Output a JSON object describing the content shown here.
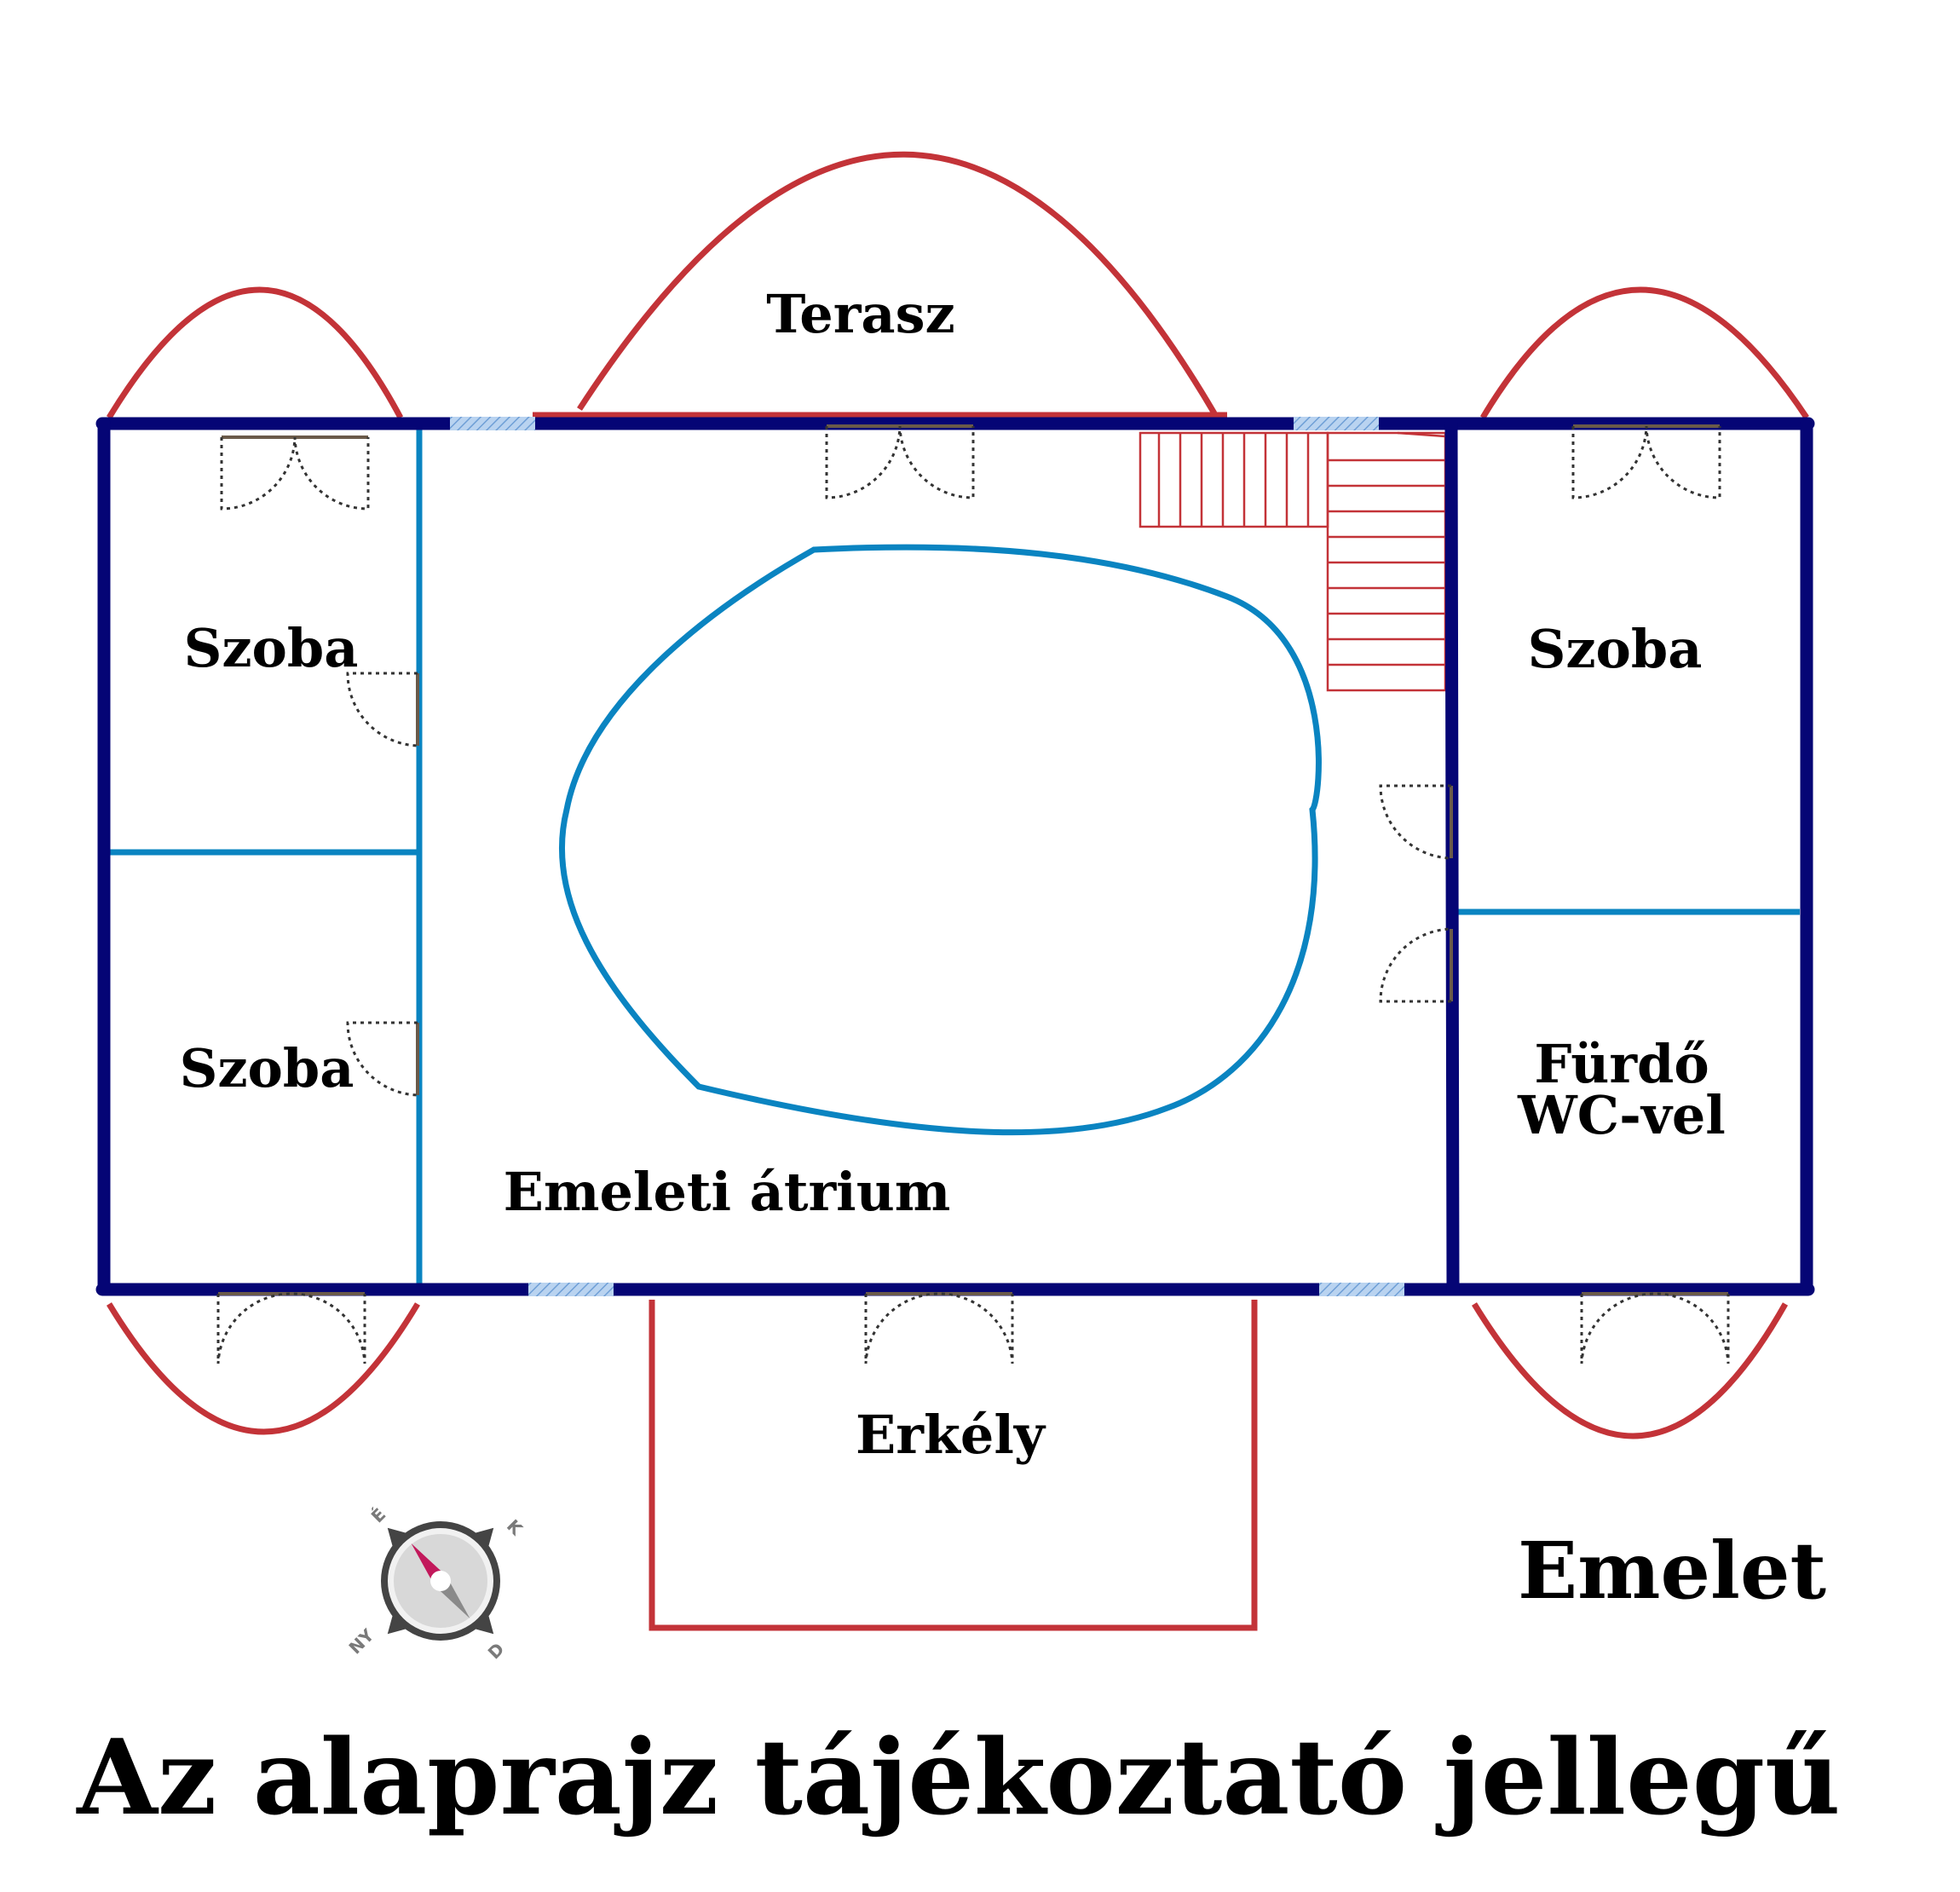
{
  "colors": {
    "outer_wall": "#050575",
    "inner_wall": "#0a84c1",
    "terrace_outline": "#c33338",
    "window": "#8fb6e6",
    "door_line": "#333333",
    "compass_needle_north": "#c2185b",
    "compass_body": "#444444"
  },
  "labels": {
    "terasz": "Terasz",
    "szoba_nw": "Szoba",
    "szoba_sw": "Szoba",
    "szoba_ne": "Szoba",
    "furdo_line1": "Fürdő",
    "furdo_line2": "WC-vel",
    "atrium": "Emeleti átrium",
    "erkely": "Erkély",
    "floor": "Emelet",
    "disclaimer": "Az alaprajz tájékoztató jellegű"
  },
  "compass": {
    "north": "É",
    "east": "K",
    "south": "D",
    "west": "NY",
    "icon": "compass-icon"
  }
}
